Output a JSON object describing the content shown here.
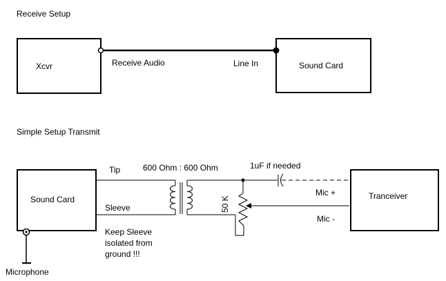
{
  "receive": {
    "title": "Receive Setup",
    "xcvr_label": "Xcvr",
    "soundcard_label": "Sound Card",
    "link_label": "Receive Audio",
    "input_label": "Line In"
  },
  "transmit": {
    "title": "Simple Setup Transmit",
    "soundcard_label": "Sound Card",
    "tip_label": "Tip",
    "sleeve_label": "Sleeve",
    "transformer_label": "600 Ohm : 600 Ohm",
    "capacitor_label": "1uF if needed",
    "pot_label": "50 K",
    "mic_plus_label": "Mic +",
    "mic_minus_label": "Mic -",
    "tranceiver_label": "Tranceiver",
    "note_line1": "Keep Sleeve",
    "note_line2": "isolated from",
    "note_line3": "ground !!!",
    "microphone_label": "Microphone"
  }
}
